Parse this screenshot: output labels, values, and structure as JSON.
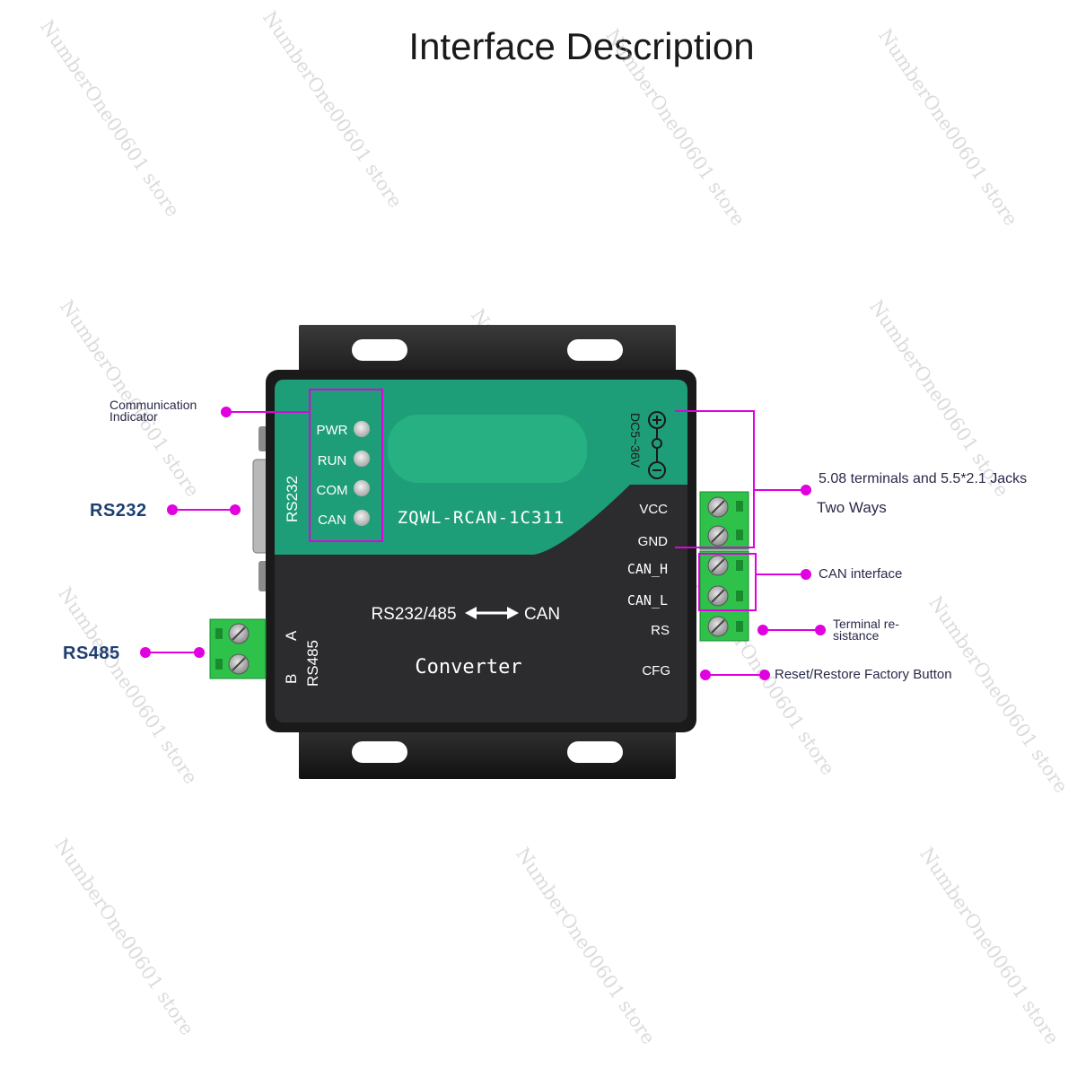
{
  "title": "Interface Description",
  "watermark": "NumberOne00601 store",
  "device": {
    "model": "ZQWL-RCAN-1C311",
    "rs232_side_label": "RS232",
    "power_label": "DC5~36V",
    "indicators": [
      "PWR",
      "RUN",
      "COM",
      "CAN"
    ],
    "terminals": [
      "VCC",
      "GND",
      "CAN_H",
      "CAN_L",
      "RS",
      "CFG"
    ],
    "conversion_left": "RS232/485",
    "conversion_right": "CAN",
    "converter_label": "Converter",
    "rs485_side_label": "RS485",
    "rs485_pin_a": "A",
    "rs485_pin_b": "B"
  },
  "callouts": {
    "communication_indicator": "Communication Indicator",
    "rs232": "RS232",
    "rs485": "RS485",
    "terminals_jacks": "5.08 terminals and 5.5*2.1 Jacks",
    "two_ways": "Two Ways",
    "can_interface": "CAN interface",
    "terminal_resistance": "Terminal re-sistance",
    "reset_button": "Reset/Restore Factory Button"
  },
  "colors": {
    "accent": "#e000e0",
    "panel_green": "#1e9e78",
    "panel_dark": "#2c2c2e",
    "terminal_green": "#2fc24a",
    "label_blue": "#1e3e70"
  }
}
